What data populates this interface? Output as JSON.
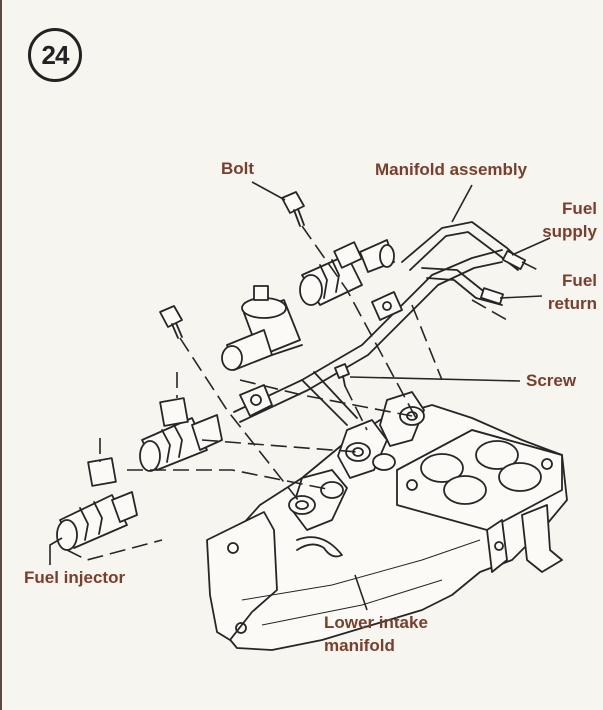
{
  "step_number": "24",
  "labels": {
    "bolt": "Bolt",
    "manifold_assembly": "Manifold assembly",
    "fuel_supply_line1": "Fuel",
    "fuel_supply_line2": "supply",
    "fuel_return_line1": "Fuel",
    "fuel_return_line2": "return",
    "screw": "Screw",
    "fuel_injector": "Fuel injector",
    "lower_intake_line1": "Lower intake",
    "lower_intake_line2": "manifold"
  },
  "colors": {
    "label_text": "#7a3e2c",
    "line_art": "#262626",
    "background": "#f7f5ef"
  }
}
